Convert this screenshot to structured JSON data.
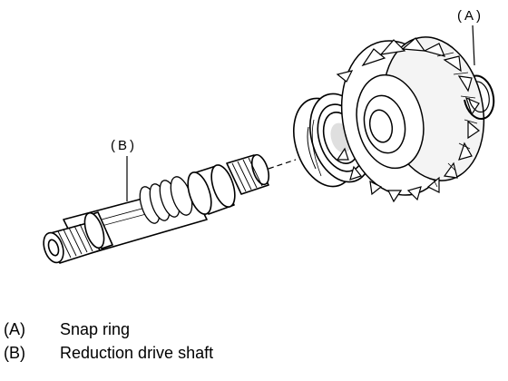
{
  "callouts": {
    "a": "(A)",
    "b": "(B)"
  },
  "legend": [
    {
      "key": "(A)",
      "text": "Snap ring"
    },
    {
      "key": "(B)",
      "text": "Reduction drive shaft"
    }
  ],
  "colors": {
    "ink": "#000000",
    "paper": "#ffffff"
  }
}
